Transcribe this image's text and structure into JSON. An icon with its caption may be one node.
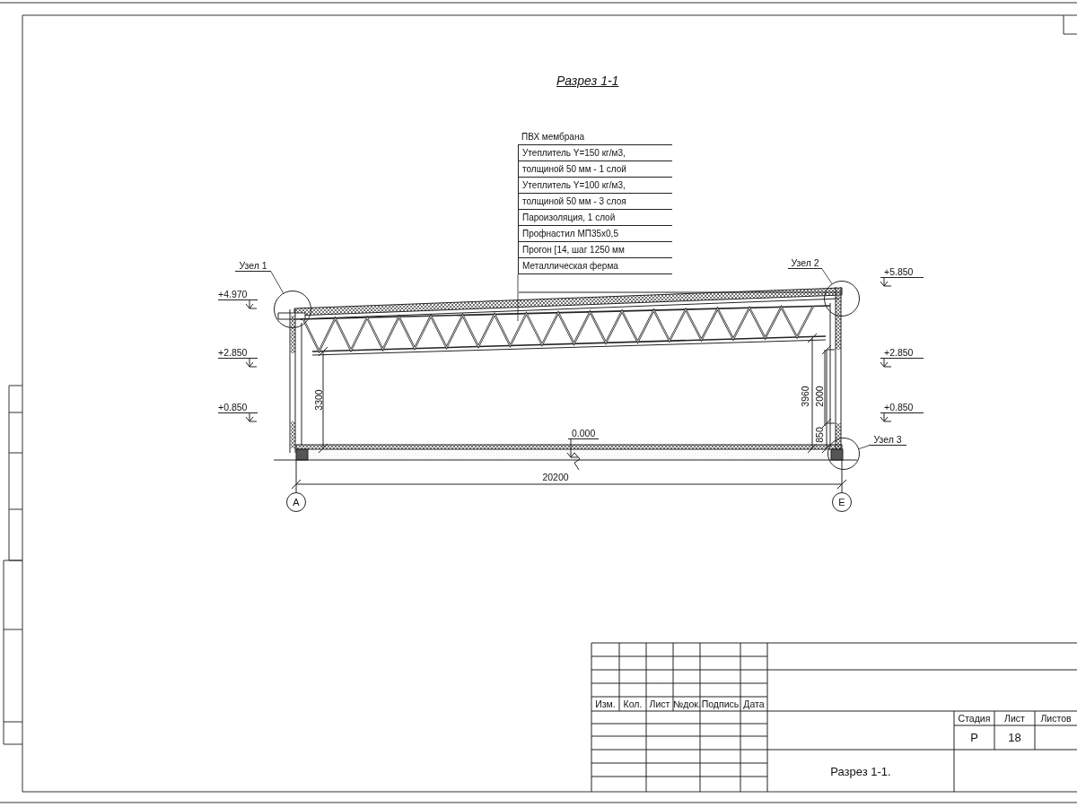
{
  "diagram": {
    "title": "Разрез 1-1",
    "nodes": [
      {
        "text": [
          "ПВХ мембрана",
          "Утеплитель Y=150 кг/м3,",
          "толщиной 50 мм - 1 слой",
          "Утеплитель Y=100 кг/м3,",
          "толщиной 50 мм - 3 слоя",
          "Пароизоляция, 1 слой",
          "Профнастил МП35х0,5",
          "Прогон [14, шаг 1250 мм",
          "Металлическая ферма"
        ]
      },
      {
        "text": [
          "Узел 1"
        ]
      },
      {
        "text": [],
        "shape": "circle"
      },
      {
        "text": [
          "Узел 2"
        ]
      },
      {
        "text": [],
        "shape": "circle"
      },
      {
        "text": [
          "Узел 3"
        ]
      },
      {
        "text": [],
        "shape": "circle"
      },
      {
        "text": [
          "А"
        ]
      },
      {
        "text": [
          "Е"
        ]
      }
    ],
    "edges": [
      {
        "from": 0,
        "to": null,
        "arrow": "none"
      },
      {
        "from": 1,
        "to": 2,
        "arrow": "none"
      },
      {
        "from": 3,
        "to": 4,
        "arrow": "none"
      },
      {
        "from": 5,
        "to": 6,
        "arrow": "none"
      }
    ],
    "labels": [
      "+4.970",
      "+5.850",
      "+2.850",
      "+2.850",
      "+0.850",
      "+0.850",
      "3300",
      "3960",
      "2000",
      "850",
      "0.000",
      "20200",
      "Изм.",
      "Кол.",
      "Лист",
      "№док.",
      "Подпись",
      "Дата",
      "Стадия",
      "Лист",
      "Листов",
      "Р",
      "18",
      "Разрез 1-1."
    ]
  }
}
